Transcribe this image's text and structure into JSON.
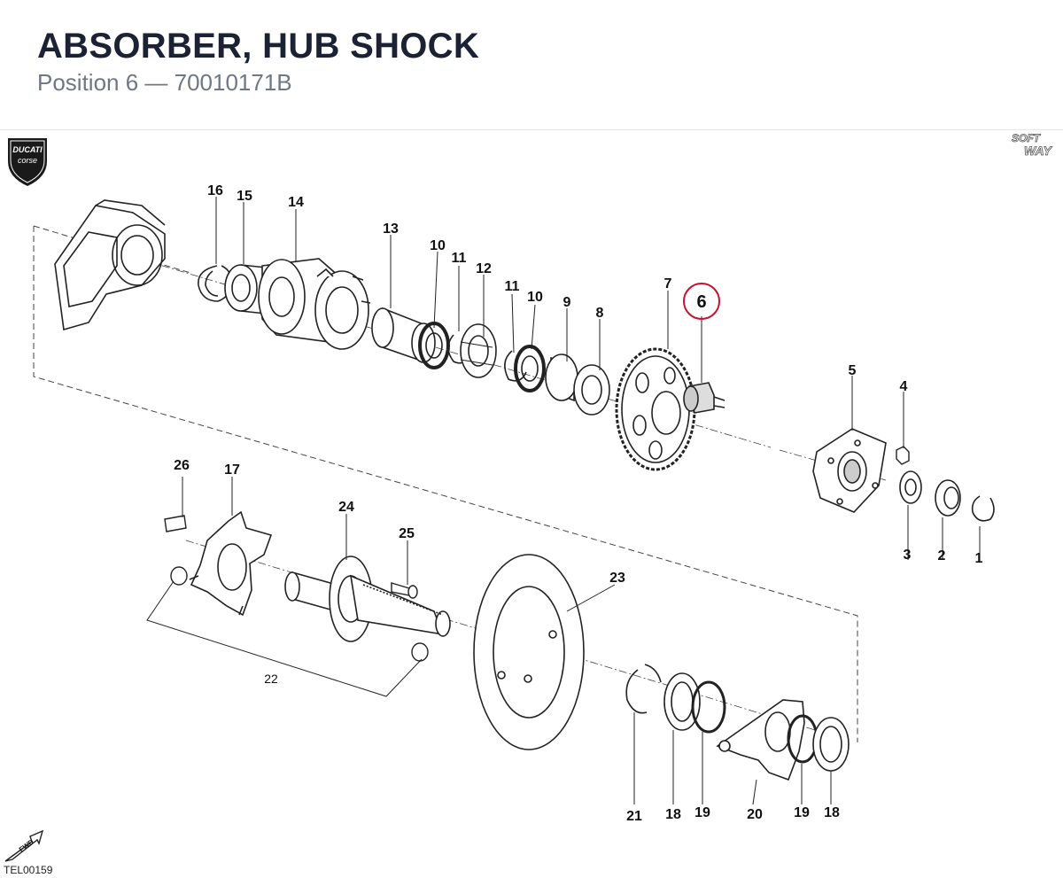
{
  "header": {
    "title": "ABSORBER, HUB SHOCK",
    "subtitle": "Position 6 — 70010171B"
  },
  "logos": {
    "left_text_1": "DUCATI",
    "left_text_2": "corse",
    "right_text_1": "SOFT",
    "right_text_2": "WAY",
    "fwd_text": "FWD"
  },
  "drawing_code": "TEL00159",
  "callouts": [
    "1",
    "2",
    "3",
    "4",
    "5",
    "6",
    "7",
    "8",
    "9",
    "10",
    "10",
    "11",
    "11",
    "12",
    "13",
    "14",
    "15",
    "16",
    "17",
    "18",
    "18",
    "19",
    "19",
    "20",
    "21",
    "22",
    "23",
    "24",
    "25",
    "26"
  ],
  "highlighted_position": "6",
  "colors": {
    "highlight_ring": "#c8102e",
    "title": "#1c2233",
    "subtitle": "#707784"
  }
}
